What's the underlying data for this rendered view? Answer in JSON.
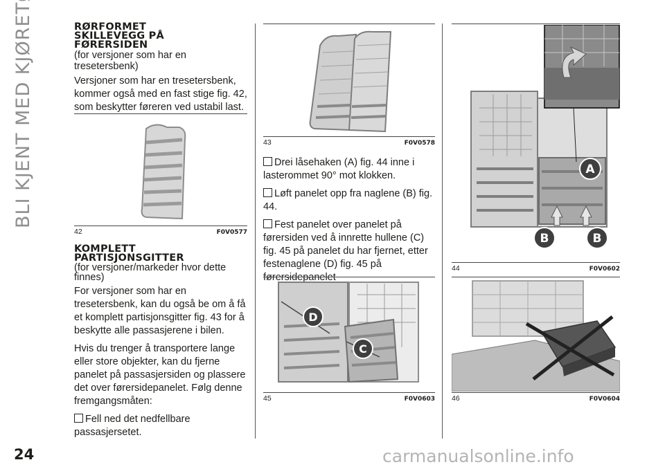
{
  "header": {
    "side_title": "BLI KJENT MED KJØRETØYET",
    "page_number": "24"
  },
  "watermark": "carmanualsonline.info",
  "section1": {
    "heading_l1": "RØRFORMET",
    "heading_l2": "SKILLEVEGG PÅ",
    "heading_l3": "FØRERSIDEN",
    "subtitle": "(for versjoner som har en tresetersbenk)",
    "paragraph": "Versjoner som har en tresetersbenk, kommer også med en fast stige fig. 42, som beskytter føreren ved ustabil last."
  },
  "section2": {
    "heading_l1": "KOMPLETT",
    "heading_l2": "PARTISJONSGITTER",
    "subtitle": "(for versjoner/markeder hvor dette finnes)",
    "paragraph1": "For versjoner som har en tresetersbenk, kan du også be om å få et komplett partisjonsgitter fig. 43 for å beskytte alle passasjerene i bilen.",
    "paragraph2": "Hvis du trenger å transportere lange eller store objekter, kan du fjerne panelet på passasjersiden og plassere det over førersidepanelet. Følg denne fremgangsmåten:",
    "step1": "Fell ned det nedfellbare passasjersetet."
  },
  "steps_middle": [
    "Drei låsehaken (A) fig. 44 inne i lasterommet 90° mot klokken.",
    "Løft panelet opp fra naglene (B) fig. 44.",
    "Fest panelet over panelet på førersiden ved å innrette hullene (C) fig. 45 på panelet du har fjernet, etter festenaglene (D) fig. 45 på førersidepanelet"
  ],
  "figures": {
    "fig42": {
      "number": "42",
      "code": "F0V0577"
    },
    "fig43": {
      "number": "43",
      "code": "F0V0578"
    },
    "fig44": {
      "number": "44",
      "code": "F0V0602",
      "label_a": "A",
      "label_b": "B"
    },
    "fig45": {
      "number": "45",
      "code": "F0V0603",
      "label_c": "C",
      "label_d": "D"
    },
    "fig46": {
      "number": "46",
      "code": "F0V0604"
    }
  }
}
